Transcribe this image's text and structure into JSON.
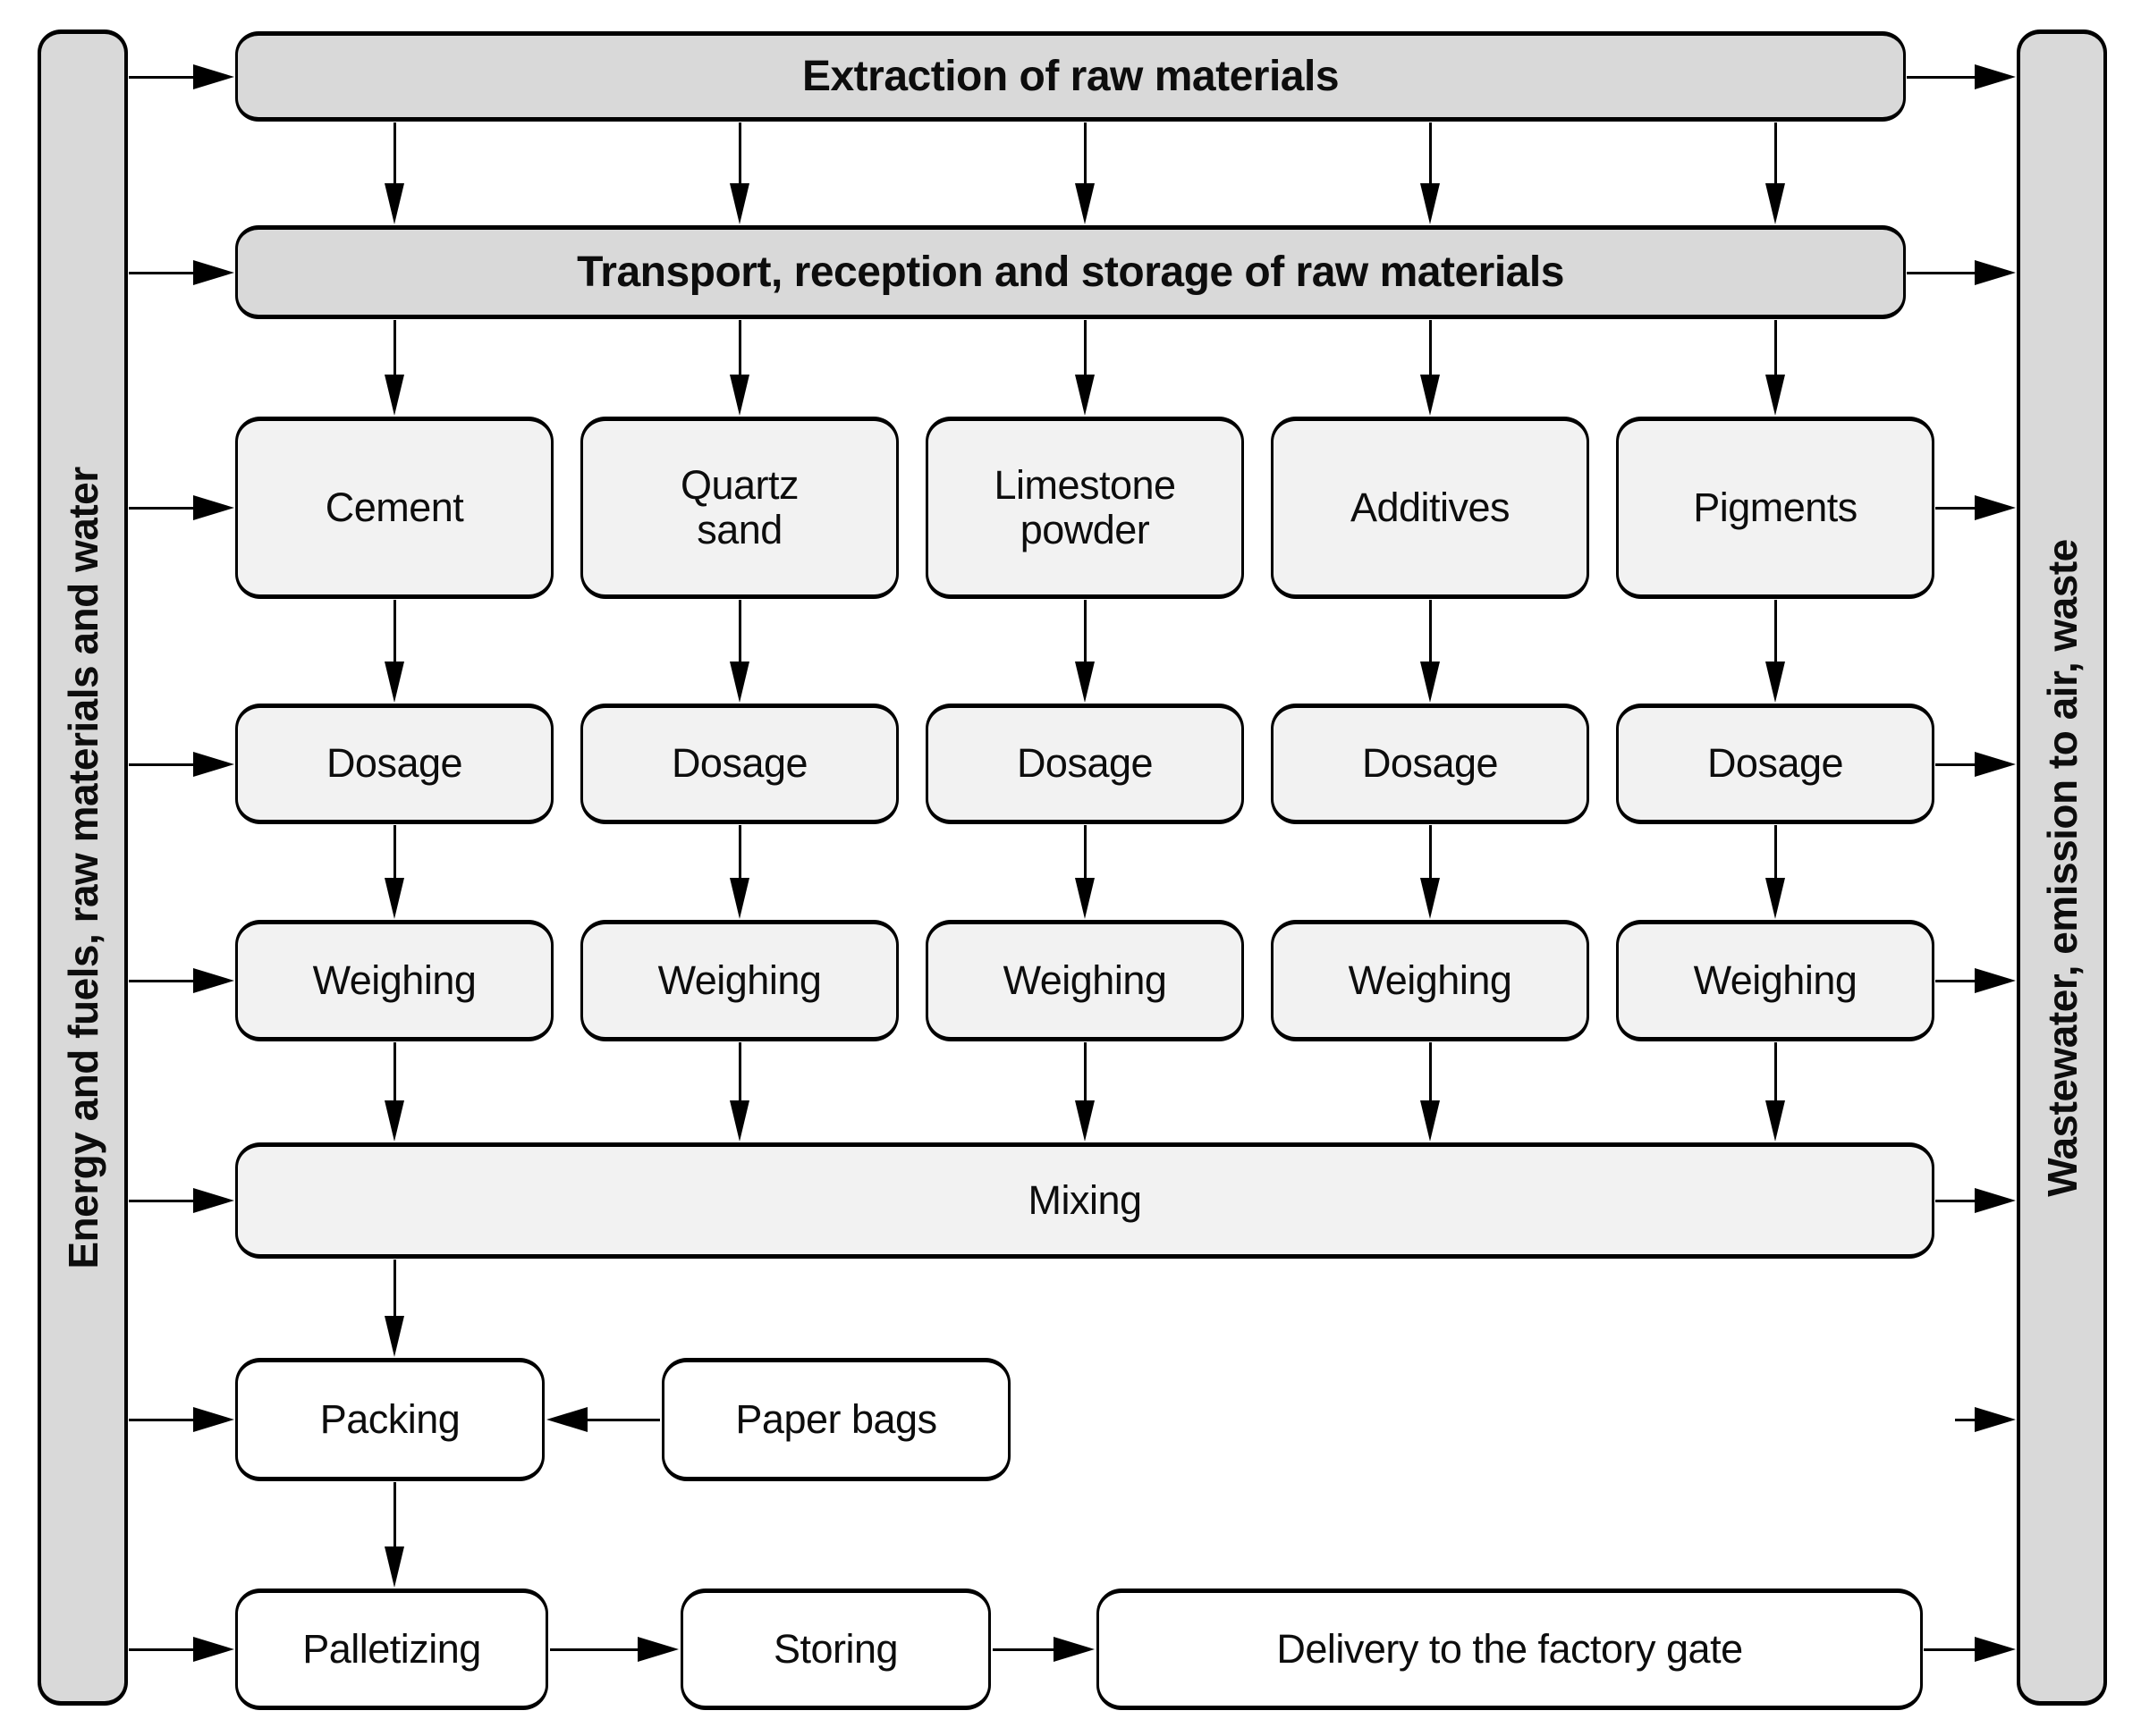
{
  "diagram": {
    "side_bars": {
      "left": "Energy and fuels, raw materials and water",
      "right": "Wastewater, emission to air, waste"
    },
    "header_rows": {
      "extraction": "Extraction of raw materials",
      "transport": "Transport, reception and storage of raw materials"
    },
    "material_boxes": [
      "Cement",
      "Quartz\nsand",
      "Limestone\npowder",
      "Additives",
      "Pigments"
    ],
    "dosage_boxes": [
      "Dosage",
      "Dosage",
      "Dosage",
      "Dosage",
      "Dosage"
    ],
    "weighing_boxes": [
      "Weighing",
      "Weighing",
      "Weighing",
      "Weighing",
      "Weighing"
    ],
    "mixing": "Mixing",
    "packing": "Packing",
    "paper_bags": "Paper bags",
    "palletizing": "Palletizing",
    "storing": "Storing",
    "delivery": "Delivery to the factory gate",
    "colors": {
      "bar_fill": "#d9d9d9",
      "process_fill": "#f2f2f2",
      "output_fill": "#ffffff",
      "stroke": "#000000"
    }
  }
}
